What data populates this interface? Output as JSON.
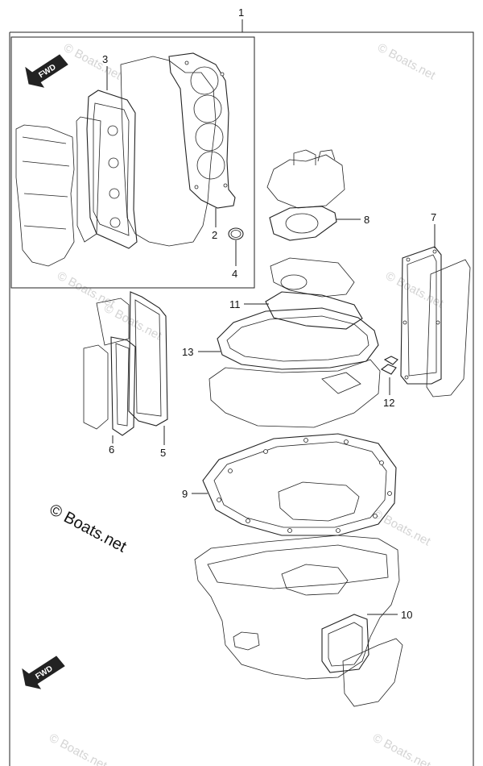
{
  "diagram": {
    "fwd_label": "FWD",
    "watermark": "© Boats.net",
    "callouts": [
      {
        "id": "1",
        "label": "1"
      },
      {
        "id": "2",
        "label": "2"
      },
      {
        "id": "3",
        "label": "3"
      },
      {
        "id": "4",
        "label": "4"
      },
      {
        "id": "5",
        "label": "5"
      },
      {
        "id": "6",
        "label": "6"
      },
      {
        "id": "7",
        "label": "7"
      },
      {
        "id": "8",
        "label": "8"
      },
      {
        "id": "9",
        "label": "9"
      },
      {
        "id": "10",
        "label": "10"
      },
      {
        "id": "11",
        "label": "11"
      },
      {
        "id": "12",
        "label": "12"
      },
      {
        "id": "13",
        "label": "13"
      }
    ]
  }
}
